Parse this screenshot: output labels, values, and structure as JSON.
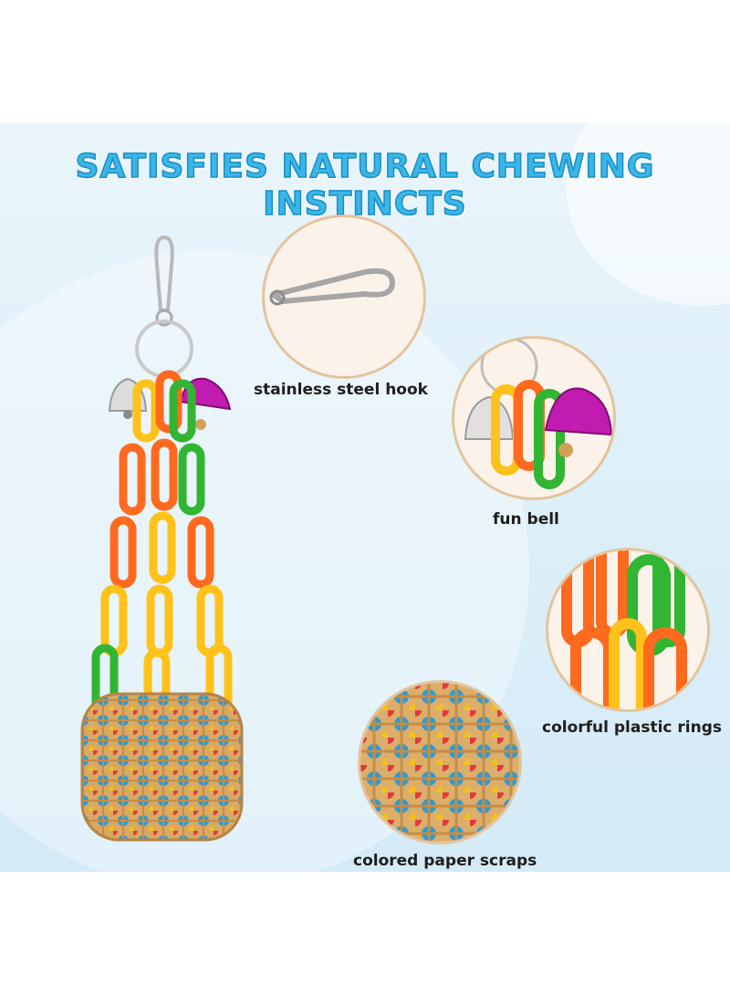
{
  "headline": "SATISFIES NATURAL CHEWING INSTINCTS",
  "callouts": [
    {
      "label": "stainless steel hook"
    },
    {
      "label": "fun bell"
    },
    {
      "label": "colorful plastic rings"
    },
    {
      "label": "colored paper scraps"
    }
  ],
  "colors": {
    "title": "#3ab6e8",
    "circle_border": "#e3c49d",
    "chain_orange": "#ff6a1f",
    "chain_yellow": "#ffc21a",
    "chain_green": "#31b533",
    "bell_purple": "#c21bb0",
    "basket": "#d9a862"
  }
}
